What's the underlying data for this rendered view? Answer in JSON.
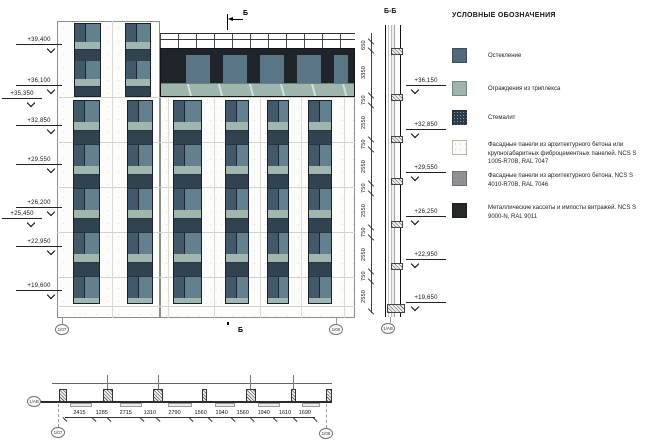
{
  "elevation": {
    "levels_left": [
      "+39,400",
      "+36,100",
      "+35,350",
      "+32,850",
      "+29,550",
      "+26,200",
      "+25,450",
      "+22,950",
      "+19,600"
    ],
    "section_cut_label": "Б",
    "axis_left": "1/07",
    "axis_right": "1/06"
  },
  "section": {
    "title": "Б-Б",
    "levels": [
      "+36,150",
      "+32,850",
      "+29,550",
      "+26,250",
      "+22,950",
      "+19,650"
    ],
    "dims": [
      "650",
      "3350",
      "750",
      "2550",
      "750",
      "2550",
      "750",
      "2550",
      "750",
      "2550",
      "750",
      "2550"
    ],
    "axis_bottom": "1/АВ"
  },
  "legend": {
    "title": "УСЛОВНЫЕ ОБОЗНАЧЕНИЯ",
    "items": [
      {
        "label": "Остекление",
        "color": "#51697b",
        "icon": "glazing-swatch"
      },
      {
        "label": "Ограждения из триплекса",
        "color": "#9db4af",
        "icon": "triplex-swatch"
      },
      {
        "label": "Стемалит",
        "color": "#2c3b49",
        "icon": "stemalit-swatch"
      },
      {
        "label": "Фасадные панели из архитектурного бетона или крупногабаритных фиброцементных панелей. NCS S 1005-R70B, RAL 7047",
        "color": "#fbfbf8",
        "icon": "light-panel-swatch"
      },
      {
        "label": "Фасадные панели из архитектурного бетона. NCS S 4010-R70B, RAL 7046",
        "color": "#909496",
        "icon": "gray-panel-swatch"
      },
      {
        "label": "Металлические кассеты и импосты витражей. NCS S 9000-N, RAL 9011",
        "color": "#26292c",
        "icon": "dark-metal-swatch"
      }
    ]
  },
  "plan": {
    "axis_row": "1/АВ",
    "axis_left": "1/07",
    "axis_right": "1/06",
    "dims": [
      "2415",
      "1285",
      "2715",
      "1310",
      "2790",
      "1560",
      "1940",
      "1560",
      "1940",
      "1610",
      "1690"
    ]
  }
}
